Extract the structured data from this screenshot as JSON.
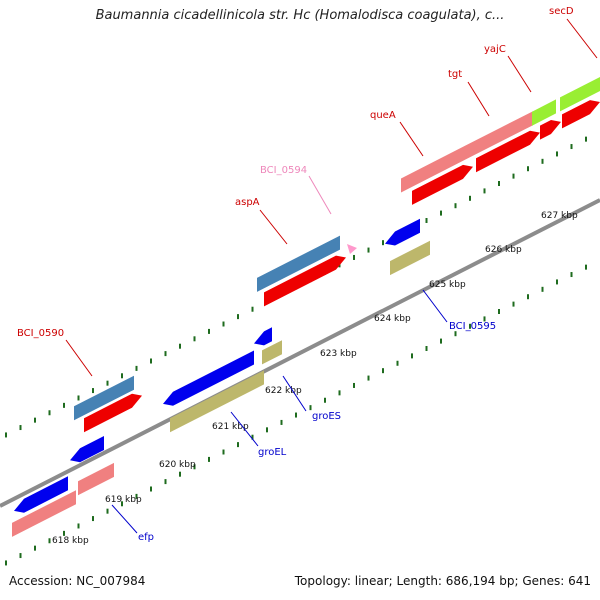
{
  "title": "Baumannia cicadellinicola str. Hc (Homalodisca coagulata), c...",
  "footer": {
    "accession": "Accession: NC_007984",
    "summary": "Topology: linear; Length: 686,194 bp; Genes: 641"
  },
  "colors": {
    "backbone": "#8c8c8c",
    "tick": "#1e6b1e",
    "upper_label": "#cc0000",
    "lower_label": "#0000cc",
    "pseudo_label": "#ee88bb"
  },
  "kbp_labels": [
    "618 kbp",
    "619 kbp",
    "620 kbp",
    "621 kbp",
    "622 kbp",
    "623 kbp",
    "624 kbp",
    "625 kbp",
    "626 kbp",
    "627 kbp"
  ],
  "genes": [
    {
      "label": "BCI_0590",
      "strand": "plus",
      "colors": [
        "#4682b4",
        "#ee0000"
      ]
    },
    {
      "label": "aspA",
      "strand": "plus",
      "colors": [
        "#4682b4",
        "#ee0000"
      ]
    },
    {
      "label": "BCI_0594",
      "strand": "plus",
      "colors": [
        "#ff99cc"
      ]
    },
    {
      "label": "queA",
      "strand": "plus",
      "colors": [
        "#f08080",
        "#ee0000"
      ]
    },
    {
      "label": "tgt",
      "strand": "plus",
      "colors": [
        "#f08080",
        "#ee0000"
      ]
    },
    {
      "label": "yajC",
      "strand": "plus",
      "colors": [
        "#99ee33",
        "#ee0000"
      ]
    },
    {
      "label": "secD",
      "strand": "plus",
      "colors": [
        "#99ee33",
        "#ee0000"
      ]
    },
    {
      "label": "efp",
      "strand": "minus",
      "colors": [
        "#0000ee",
        "#f08080"
      ]
    },
    {
      "label": "groEL",
      "strand": "minus",
      "colors": [
        "#0000ee",
        "#bdb76b"
      ]
    },
    {
      "label": "groES",
      "strand": "minus",
      "colors": [
        "#0000ee",
        "#bdb76b"
      ]
    },
    {
      "label": "BCI_0595",
      "strand": "minus",
      "colors": [
        "#0000ee",
        "#bdb76b"
      ]
    }
  ]
}
